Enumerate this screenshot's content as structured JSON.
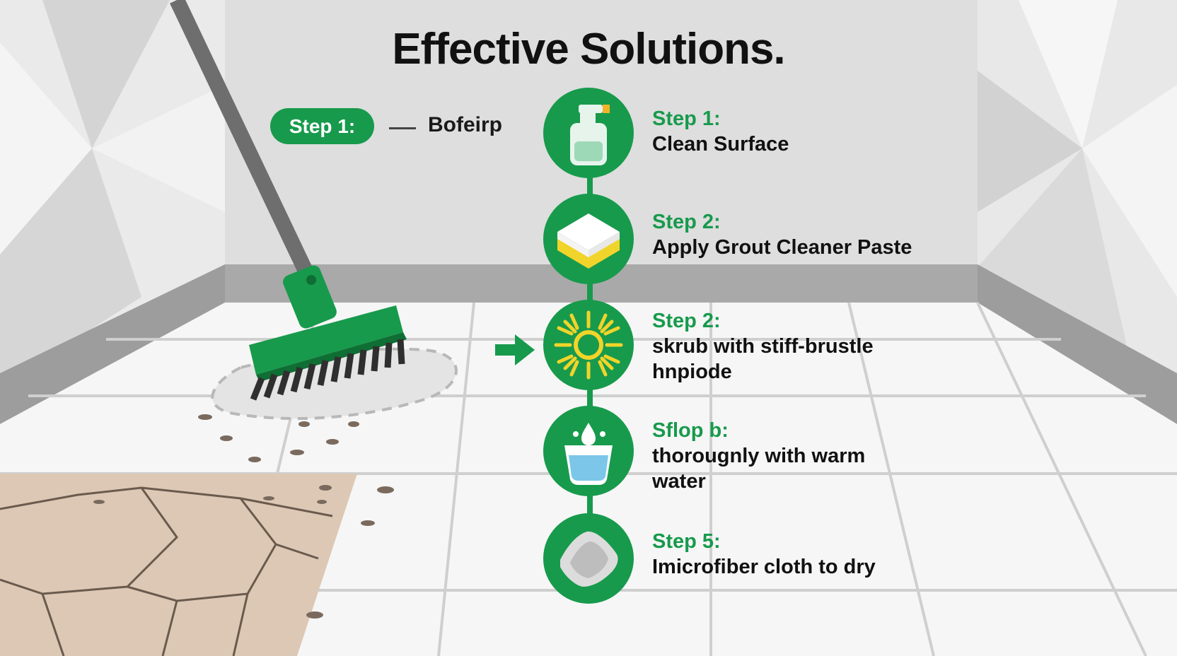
{
  "title": "Effective Solutions.",
  "before": {
    "pill_label": "Step 1:",
    "label": "Bofeirp"
  },
  "colors": {
    "accent": "#179a4c",
    "wall": "#dcdcdc",
    "floor": "#f4f4f4",
    "stone": "#dcc8b4"
  },
  "steps": [
    {
      "label": "Step 1:",
      "desc_lines": [
        "Clean Surface"
      ],
      "icon": "spray-bottle-icon"
    },
    {
      "label": "Step 2:",
      "desc_lines": [
        "Apply Grout Cleaner Paste"
      ],
      "icon": "sponge-icon"
    },
    {
      "label": "Step 2:",
      "desc_lines": [
        "skrub with stiff-brustle",
        "hnpiode"
      ],
      "icon": "brush-bristles-icon"
    },
    {
      "label": "Sflop b:",
      "desc_lines": [
        "thorougnly with warm",
        "water"
      ],
      "icon": "water-bucket-icon"
    },
    {
      "label": "Step 5:",
      "desc_lines": [
        "Imicrofiber cloth to dry"
      ],
      "icon": "microfiber-cloth-icon"
    }
  ]
}
